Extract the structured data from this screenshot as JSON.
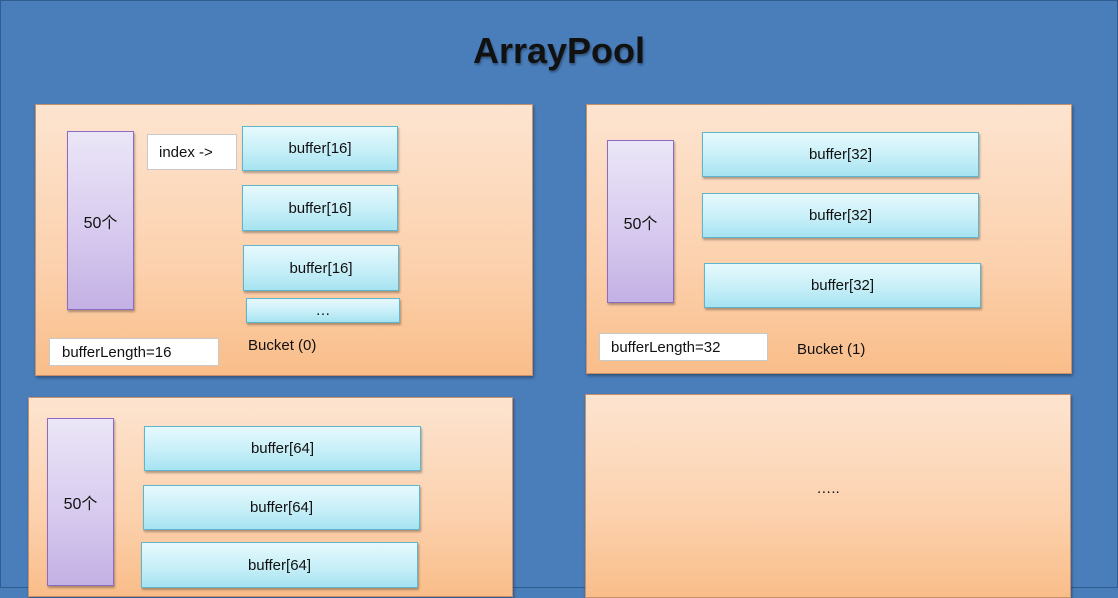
{
  "title": "ArrayPool",
  "bucket0": {
    "count": "50个",
    "index_label": "index ->",
    "buffers": [
      "buffer[16]",
      "buffer[16]",
      "buffer[16]"
    ],
    "ellipsis": "…",
    "buffer_length": "bufferLength=16",
    "bucket_label": "Bucket (0)"
  },
  "bucket1": {
    "count": "50个",
    "buffers": [
      "buffer[32]",
      "buffer[32]",
      "buffer[32]"
    ],
    "buffer_length": "bufferLength=32",
    "bucket_label": "Bucket (1)"
  },
  "bucket2": {
    "count": "50个",
    "buffers": [
      "buffer[64]",
      "buffer[64]",
      "buffer[64]"
    ]
  },
  "bucket_more": {
    "text": "….."
  }
}
